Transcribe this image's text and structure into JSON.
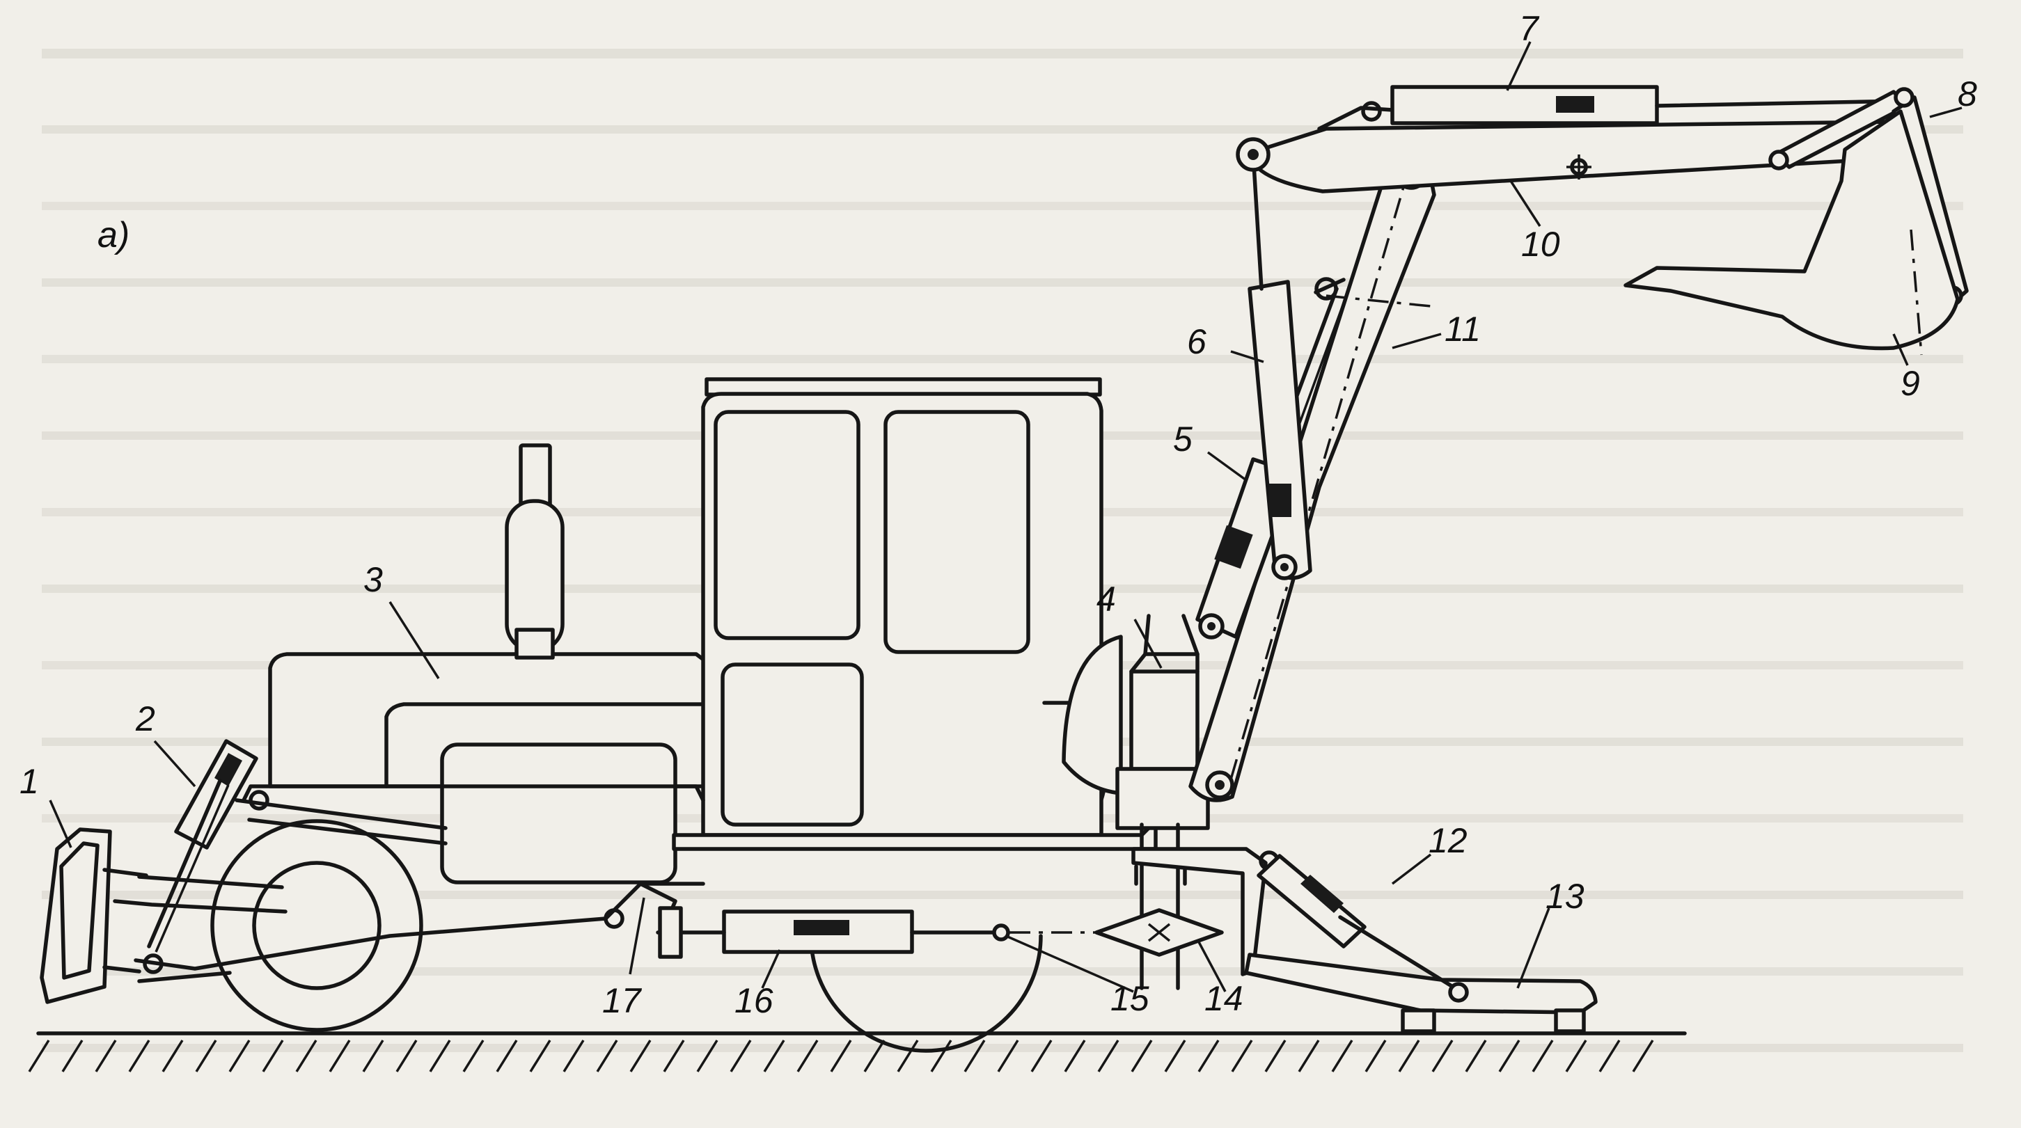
{
  "figure": {
    "panel_label": "а)",
    "callouts": [
      {
        "id": "1",
        "text": "1"
      },
      {
        "id": "2",
        "text": "2"
      },
      {
        "id": "3",
        "text": "3"
      },
      {
        "id": "4",
        "text": "4"
      },
      {
        "id": "5",
        "text": "5"
      },
      {
        "id": "6",
        "text": "6"
      },
      {
        "id": "7",
        "text": "7"
      },
      {
        "id": "8",
        "text": "8"
      },
      {
        "id": "9",
        "text": "9"
      },
      {
        "id": "10",
        "text": "10"
      },
      {
        "id": "11",
        "text": "11"
      },
      {
        "id": "12",
        "text": "12"
      },
      {
        "id": "13",
        "text": "13"
      },
      {
        "id": "14",
        "text": "14"
      },
      {
        "id": "15",
        "text": "15"
      },
      {
        "id": "16",
        "text": "16"
      },
      {
        "id": "17",
        "text": "17"
      }
    ]
  },
  "colors": {
    "paper": "#f1efe9",
    "ink": "#161616",
    "bleed_through": "#c8c5bd"
  }
}
